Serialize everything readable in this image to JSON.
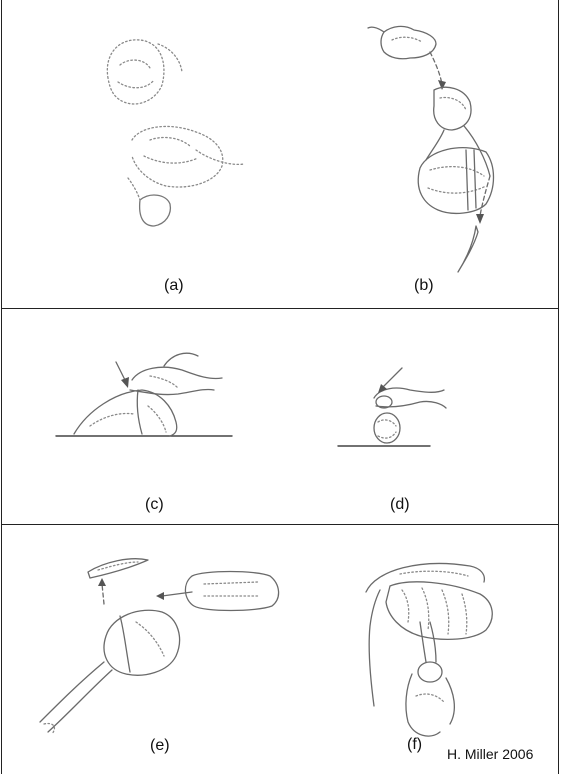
{
  "panels": [
    {
      "id": "a",
      "label": "(a)"
    },
    {
      "id": "b",
      "label": "(b)"
    },
    {
      "id": "c",
      "label": "(c)"
    },
    {
      "id": "d",
      "label": "(d)"
    },
    {
      "id": "e",
      "label": "(e)"
    },
    {
      "id": "f",
      "label": "(f)"
    }
  ],
  "credit": "H. Miller 2006"
}
